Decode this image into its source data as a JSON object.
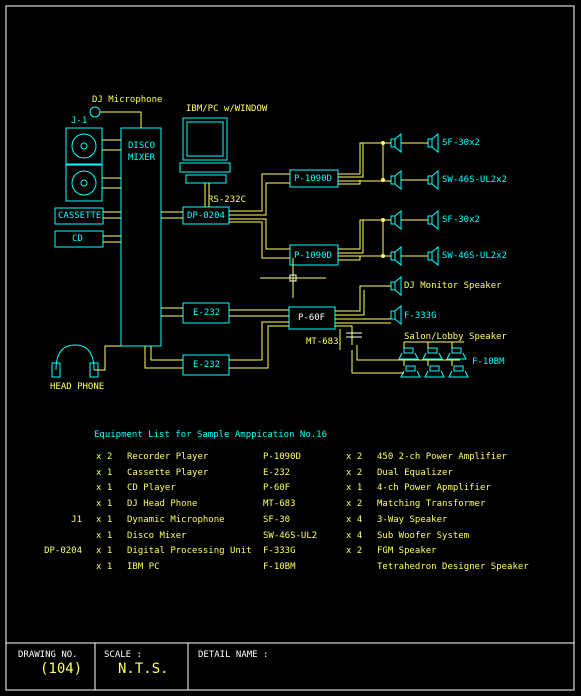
{
  "diagram": {
    "labels": {
      "dj_microphone": "DJ Microphone",
      "j1": "J-1",
      "disco_mixer_1": "DISCO",
      "disco_mixer_2": "MIXER",
      "ibm_pc": "IBM/PC w/WINDOW",
      "rs232c": "RS-232C",
      "cassette": "CASSETTE",
      "cd": "CD",
      "dp0204": "DP-0204",
      "p1090d_top": "P-1090D",
      "p1090d_bottom": "P-1090D",
      "sf30_top": "SF-30x2",
      "sw46s_top": "SW-46S-UL2x2",
      "sf30_bottom": "SF-30x2",
      "sw46s_bottom": "SW-46S-UL2x2",
      "e232_top": "E-232",
      "e232_bottom": "E-232",
      "p60f": "P-60F",
      "dj_monitor": "DJ Monitor Speaker",
      "f333g": "F-333G",
      "salon": "Salon/Lobby Speaker",
      "mt683": "MT-683",
      "f10bm": "F-10BM",
      "head_phone": "HEAD PHONE"
    }
  },
  "equipment": {
    "title": "Equipment List for Sample Amppication No.16",
    "rows": [
      {
        "pre": "",
        "qty": "x 2",
        "name": "Recorder Player",
        "model": "P-1090D",
        "qty2": "x 2",
        "desc2": "450 2-ch Power Amplifier"
      },
      {
        "pre": "",
        "qty": "x 1",
        "name": "Cassette Player",
        "model": "E-232",
        "qty2": "x 2",
        "desc2": "Dual Equalizer"
      },
      {
        "pre": "",
        "qty": "x 1",
        "name": "CD Player",
        "model": "P-60F",
        "qty2": "x 1",
        "desc2": "4-ch Power Apmplifier"
      },
      {
        "pre": "",
        "qty": "x 1",
        "name": "DJ Head Phone",
        "model": "MT-683",
        "qty2": "x 2",
        "desc2": "Matching Transformer"
      },
      {
        "pre": "J1",
        "qty": "x 1",
        "name": "Dynamic Microphone",
        "model": "SF-30",
        "qty2": "x 4",
        "desc2": "3-Way Speaker"
      },
      {
        "pre": "",
        "qty": "x 1",
        "name": "Disco Mixer",
        "model": "SW-46S-UL2",
        "qty2": "x 4",
        "desc2": "Sub Woofer System"
      },
      {
        "pre": "DP-0204",
        "qty": "x 1",
        "name": "Digital Processing Unit",
        "model": "F-333G",
        "qty2": "x 2",
        "desc2": "FGM Speaker"
      },
      {
        "pre": "",
        "qty": "x 1",
        "name": "IBM PC",
        "model": "F-10BM",
        "qty2": "",
        "desc2": "Tetrahedron Designer Speaker"
      }
    ]
  },
  "title_block": {
    "drawing_no_label": "DRAWING NO.",
    "drawing_no": "(104)",
    "scale_label": "SCALE  :",
    "scale": "N.T.S.",
    "detail_label": "DETAIL NAME :"
  }
}
